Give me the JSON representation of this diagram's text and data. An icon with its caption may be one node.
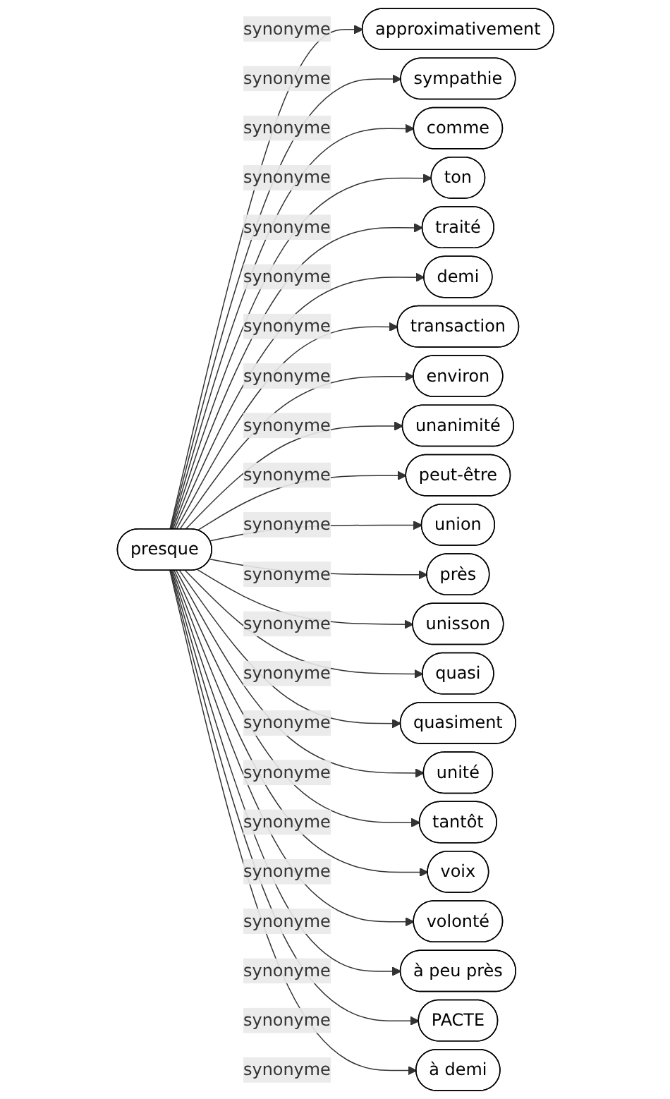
{
  "diagram": {
    "nodes": [
      {
        "text": [
          "presque"
        ]
      },
      {
        "text": [
          "approximativement"
        ]
      },
      {
        "text": [
          "sympathie"
        ]
      },
      {
        "text": [
          "comme"
        ]
      },
      {
        "text": [
          "ton"
        ]
      },
      {
        "text": [
          "traité"
        ]
      },
      {
        "text": [
          "demi"
        ]
      },
      {
        "text": [
          "transaction"
        ]
      },
      {
        "text": [
          "environ"
        ]
      },
      {
        "text": [
          "unanimité"
        ]
      },
      {
        "text": [
          "peut-être"
        ]
      },
      {
        "text": [
          "union"
        ]
      },
      {
        "text": [
          "près"
        ]
      },
      {
        "text": [
          "unisson"
        ]
      },
      {
        "text": [
          "quasi"
        ]
      },
      {
        "text": [
          "quasiment"
        ]
      },
      {
        "text": [
          "unité"
        ]
      },
      {
        "text": [
          "tantôt"
        ]
      },
      {
        "text": [
          "voix"
        ]
      },
      {
        "text": [
          "volonté"
        ]
      },
      {
        "text": [
          "à peu près"
        ]
      },
      {
        "text": [
          "PACTE"
        ]
      },
      {
        "text": [
          "à demi"
        ]
      }
    ],
    "edges": [
      {
        "from": 0,
        "to": 1,
        "arrow": "to",
        "label": "synonyme"
      },
      {
        "from": 0,
        "to": 2,
        "arrow": "to",
        "label": "synonyme"
      },
      {
        "from": 0,
        "to": 3,
        "arrow": "to",
        "label": "synonyme"
      },
      {
        "from": 0,
        "to": 4,
        "arrow": "to",
        "label": "synonyme"
      },
      {
        "from": 0,
        "to": 5,
        "arrow": "to",
        "label": "synonyme"
      },
      {
        "from": 0,
        "to": 6,
        "arrow": "to",
        "label": "synonyme"
      },
      {
        "from": 0,
        "to": 7,
        "arrow": "to",
        "label": "synonyme"
      },
      {
        "from": 0,
        "to": 8,
        "arrow": "to",
        "label": "synonyme"
      },
      {
        "from": 0,
        "to": 9,
        "arrow": "to",
        "label": "synonyme"
      },
      {
        "from": 0,
        "to": 10,
        "arrow": "to",
        "label": "synonyme"
      },
      {
        "from": 0,
        "to": 11,
        "arrow": "to",
        "label": "synonyme"
      },
      {
        "from": 0,
        "to": 12,
        "arrow": "to",
        "label": "synonyme"
      },
      {
        "from": 0,
        "to": 13,
        "arrow": "to",
        "label": "synonyme"
      },
      {
        "from": 0,
        "to": 14,
        "arrow": "to",
        "label": "synonyme"
      },
      {
        "from": 0,
        "to": 15,
        "arrow": "to",
        "label": "synonyme"
      },
      {
        "from": 0,
        "to": 16,
        "arrow": "to",
        "label": "synonyme"
      },
      {
        "from": 0,
        "to": 17,
        "arrow": "to",
        "label": "synonyme"
      },
      {
        "from": 0,
        "to": 18,
        "arrow": "to",
        "label": "synonyme"
      },
      {
        "from": 0,
        "to": 19,
        "arrow": "to",
        "label": "synonyme"
      },
      {
        "from": 0,
        "to": 20,
        "arrow": "to",
        "label": "synonyme"
      },
      {
        "from": 0,
        "to": 21,
        "arrow": "to",
        "label": "synonyme"
      },
      {
        "from": 0,
        "to": 22,
        "arrow": "to",
        "label": "synonyme"
      }
    ]
  }
}
